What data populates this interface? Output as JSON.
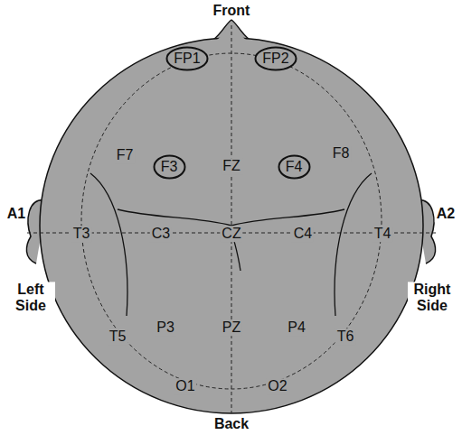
{
  "diagram": {
    "nodes": [
      {
        "text": [
          "FP1"
        ]
      },
      {
        "text": [
          "FP2"
        ]
      },
      {
        "text": [
          "F3"
        ]
      },
      {
        "text": [
          "F4"
        ]
      }
    ],
    "labels": [
      "Front",
      "F7",
      "FZ",
      "F8",
      "A1",
      "A2",
      "T3",
      "C3",
      "CZ",
      "C4",
      "T4",
      "Left Side",
      "Right Side",
      "T5",
      "P3",
      "PZ",
      "P4",
      "T6",
      "O1",
      "O2",
      "Back"
    ]
  }
}
